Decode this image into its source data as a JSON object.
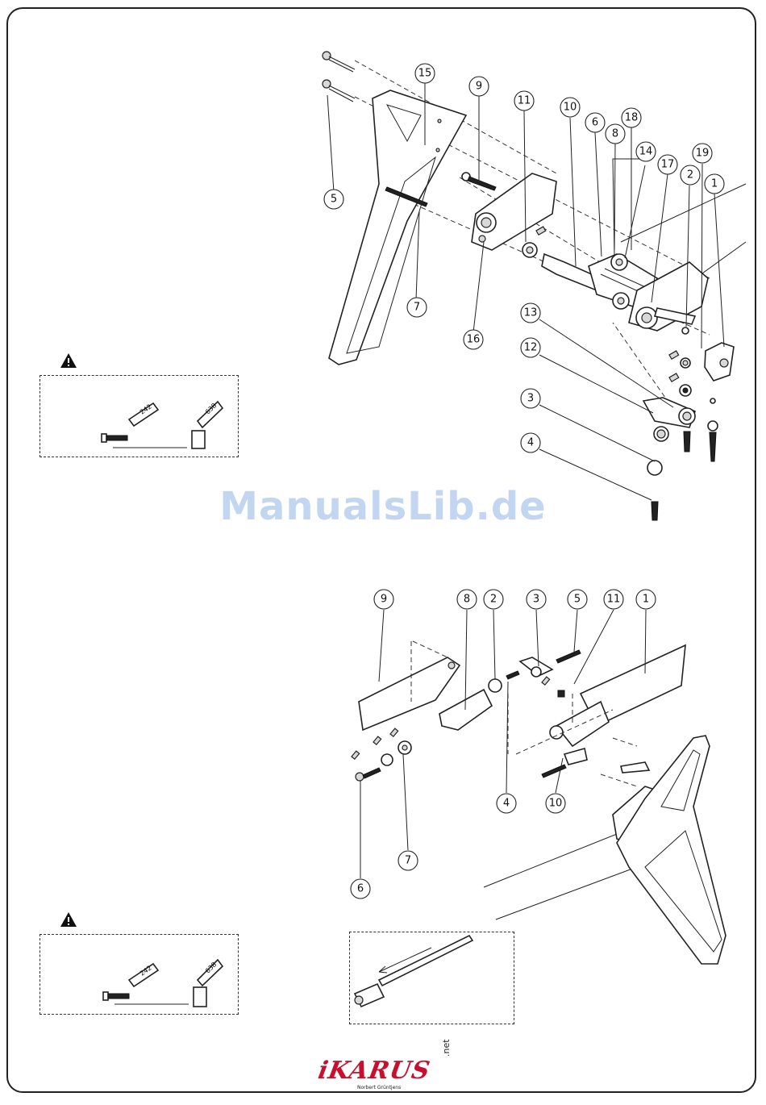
{
  "callouts_top": [
    "1",
    "2",
    "3",
    "4",
    "5",
    "6",
    "7",
    "8",
    "9",
    "10",
    "11",
    "12",
    "13",
    "14",
    "15",
    "16",
    "17",
    "18",
    "19"
  ],
  "callouts_bottom": [
    "1",
    "2",
    "3",
    "4",
    "5",
    "6",
    "7",
    "8",
    "9",
    "10",
    "11"
  ],
  "threadlock_a": "242",
  "threadlock_b": "638",
  "watermark": "ManualsLib.de",
  "logo": {
    "brand": "iKARUS",
    "suffix": ".net",
    "tagline": "Norbert Grüntjens"
  },
  "icons": {
    "warning": "warning-triangle-icon"
  }
}
